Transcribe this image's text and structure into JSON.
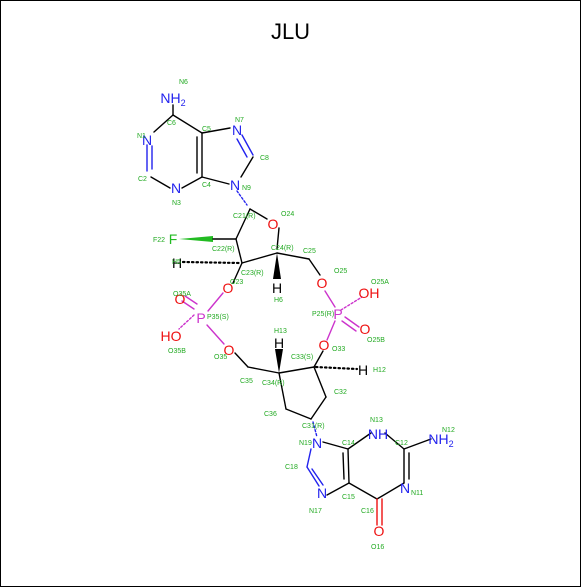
{
  "title": "JLU",
  "colors": {
    "bond": "#000000",
    "nitrogen": "#2222ee",
    "oxygen": "#ee1111",
    "phosphorus": "#cc33cc",
    "fluorine": "#22bb22",
    "label": "#22aa22"
  },
  "atoms": {
    "nh2_top": "NH2",
    "n_n1": "N",
    "n_n3": "N",
    "n_n7": "N",
    "n_n9": "N",
    "f22": "F",
    "o24": "O",
    "o23": "O",
    "o25": "O",
    "o35a": "O",
    "o35": "O",
    "p35": "P",
    "p25": "P",
    "o25b": "O",
    "oh_p25": "OH",
    "oh_p35": "HO",
    "o33": "O",
    "n19": "N",
    "n13": "NH",
    "nh2_bottom": "NH2",
    "n11": "N",
    "n17": "N",
    "o16": "O",
    "h5": "H",
    "h6": "H",
    "h13": "H",
    "h12": "H"
  },
  "labels": {
    "n6": "N6",
    "n1": "N1",
    "c6": "C6",
    "c5": "C5",
    "n7": "N7",
    "c8": "C8",
    "c2": "C2",
    "n3": "N3",
    "c4": "C4",
    "n9": "N9",
    "c21": "C21(R)",
    "o24": "O24",
    "f22": "F22",
    "c22": "C22(R)",
    "c24": "C24(R)",
    "c25": "C25",
    "h5": "H5",
    "c23": "C23(R)",
    "o23": "O23",
    "o25": "O25",
    "o25a": "O25A",
    "h6": "H6",
    "o35a": "O35A",
    "p25": "P25(R)",
    "p35": "P35(S)",
    "o25b": "O25B",
    "o35b": "O35B",
    "h13": "H13",
    "c33": "C33(S)",
    "o33": "O33",
    "o35": "O35",
    "h12": "H12",
    "c35": "C35",
    "c34": "C34(R)",
    "c32": "C32",
    "c36": "C36",
    "c31": "C31(R)",
    "n13": "N13",
    "n12": "N12",
    "n19": "N19",
    "c14": "C14",
    "c12": "C12",
    "c18": "C18",
    "n11": "N11",
    "c15": "C15",
    "n17": "N17",
    "c16": "C16",
    "o16": "O16"
  }
}
